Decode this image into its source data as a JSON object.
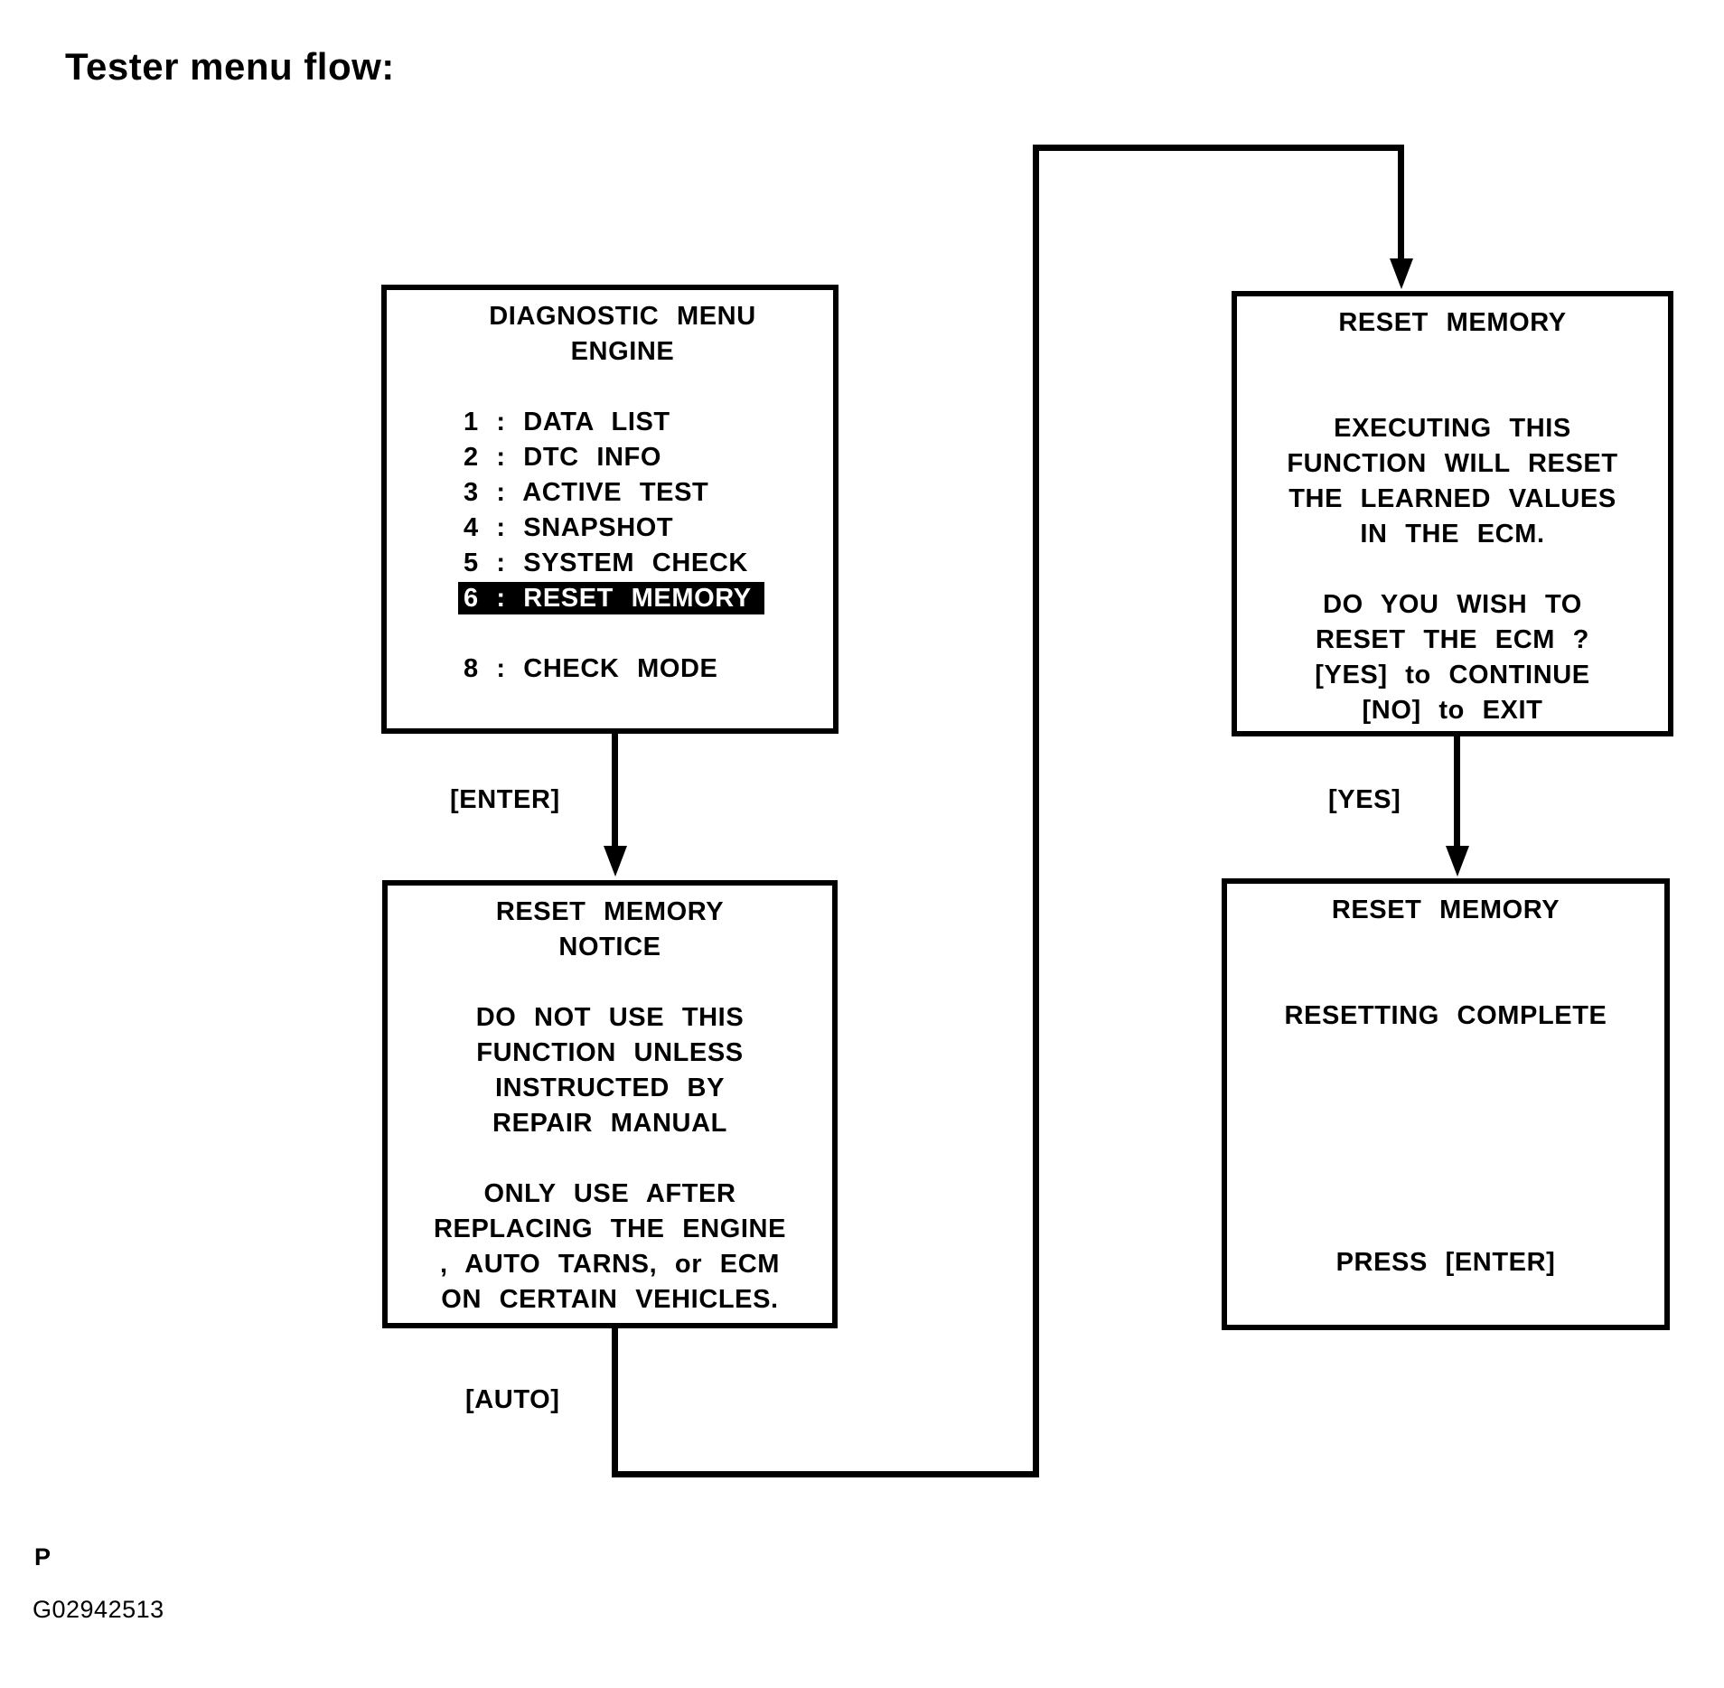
{
  "page": {
    "title": "Tester menu flow:",
    "footer_mark": "P",
    "footer_code": "G02942513"
  },
  "colors": {
    "ink": "#000000",
    "paper": "#ffffff",
    "highlight_bg": "#000000",
    "highlight_text": "#ffffff"
  },
  "flow": {
    "diagnostic_menu": {
      "title_lines": [
        "DIAGNOSTIC MENU",
        "ENGINE"
      ],
      "items_before": [
        "1 : DATA LIST",
        "2 : DTC INFO",
        "3 : ACTIVE TEST",
        "4 : SNAPSHOT",
        "5 : SYSTEM CHECK"
      ],
      "selected_item": "6 : RESET MEMORY",
      "items_after": [
        "8 : CHECK MODE"
      ]
    },
    "reset_confirm": {
      "title": "RESET MEMORY",
      "body1": [
        "EXECUTING THIS",
        "FUNCTION WILL RESET",
        "THE LEARNED VALUES",
        "IN THE ECM."
      ],
      "body2": [
        "DO YOU WISH TO",
        "RESET THE ECM ?",
        "[YES] to CONTINUE",
        "[NO] to EXIT"
      ]
    },
    "reset_notice": {
      "title_lines": [
        "RESET MEMORY",
        "NOTICE"
      ],
      "body1": [
        "DO NOT USE THIS",
        "FUNCTION UNLESS",
        "INSTRUCTED BY",
        "REPAIR MANUAL"
      ],
      "body2": [
        "ONLY USE AFTER",
        "REPLACING THE ENGINE",
        ", AUTO TARNS, or ECM",
        "ON CERTAIN VEHICLES."
      ]
    },
    "reset_complete": {
      "title": "RESET MEMORY",
      "status": "RESETTING COMPLETE",
      "action": "PRESS [ENTER]"
    },
    "edge_labels": {
      "enter": "[ENTER]",
      "yes": "[YES]",
      "auto": "[AUTO]"
    }
  }
}
